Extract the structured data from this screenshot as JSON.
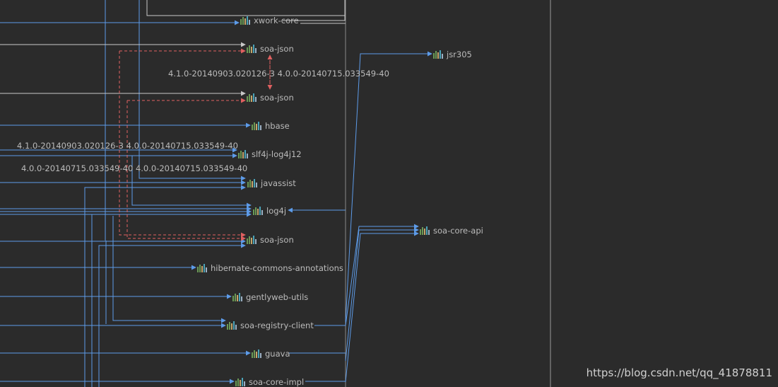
{
  "nodes": [
    {
      "id": "xwork-core",
      "label": "xwork-core"
    },
    {
      "id": "soa-json-1",
      "label": "soa-json"
    },
    {
      "id": "jsr305",
      "label": "jsr305"
    },
    {
      "id": "soa-json-2",
      "label": "soa-json"
    },
    {
      "id": "hbase",
      "label": "hbase"
    },
    {
      "id": "slf4j-log4j12",
      "label": "slf4j-log4j12"
    },
    {
      "id": "javassist",
      "label": "javassist"
    },
    {
      "id": "log4j",
      "label": "log4j"
    },
    {
      "id": "soa-core-api",
      "label": "soa-core-api"
    },
    {
      "id": "soa-json-3",
      "label": "soa-json"
    },
    {
      "id": "hibernate-commons-annotations",
      "label": "hibernate-commons-annotations"
    },
    {
      "id": "gentlyweb-utils",
      "label": "gentlyweb-utils"
    },
    {
      "id": "soa-registry-client",
      "label": "soa-registry-client"
    },
    {
      "id": "guava",
      "label": "guava"
    },
    {
      "id": "soa-core-impl",
      "label": "soa-core-impl"
    }
  ],
  "edge_labels": [
    {
      "id": "conflict-1",
      "text": "4.1.0-20140903.020126-3 4.0.0-20140715.033549-40"
    },
    {
      "id": "conflict-2",
      "text": "4.1.0-20140903.020126-3 4.0.0-20140715.033549-40"
    },
    {
      "id": "conflict-3",
      "text": "4.0.0-20140715.033549-40 4.0.0-20140715.033549-40"
    }
  ],
  "colors": {
    "background": "#2b2b2b",
    "edge": "#5d9be8",
    "edge_light": "#c8c8c8",
    "conflict": "#e06060",
    "separator": "#9a9a9a",
    "text": "#bbbbbb"
  },
  "watermark": "https://blog.csdn.net/qq_41878811"
}
